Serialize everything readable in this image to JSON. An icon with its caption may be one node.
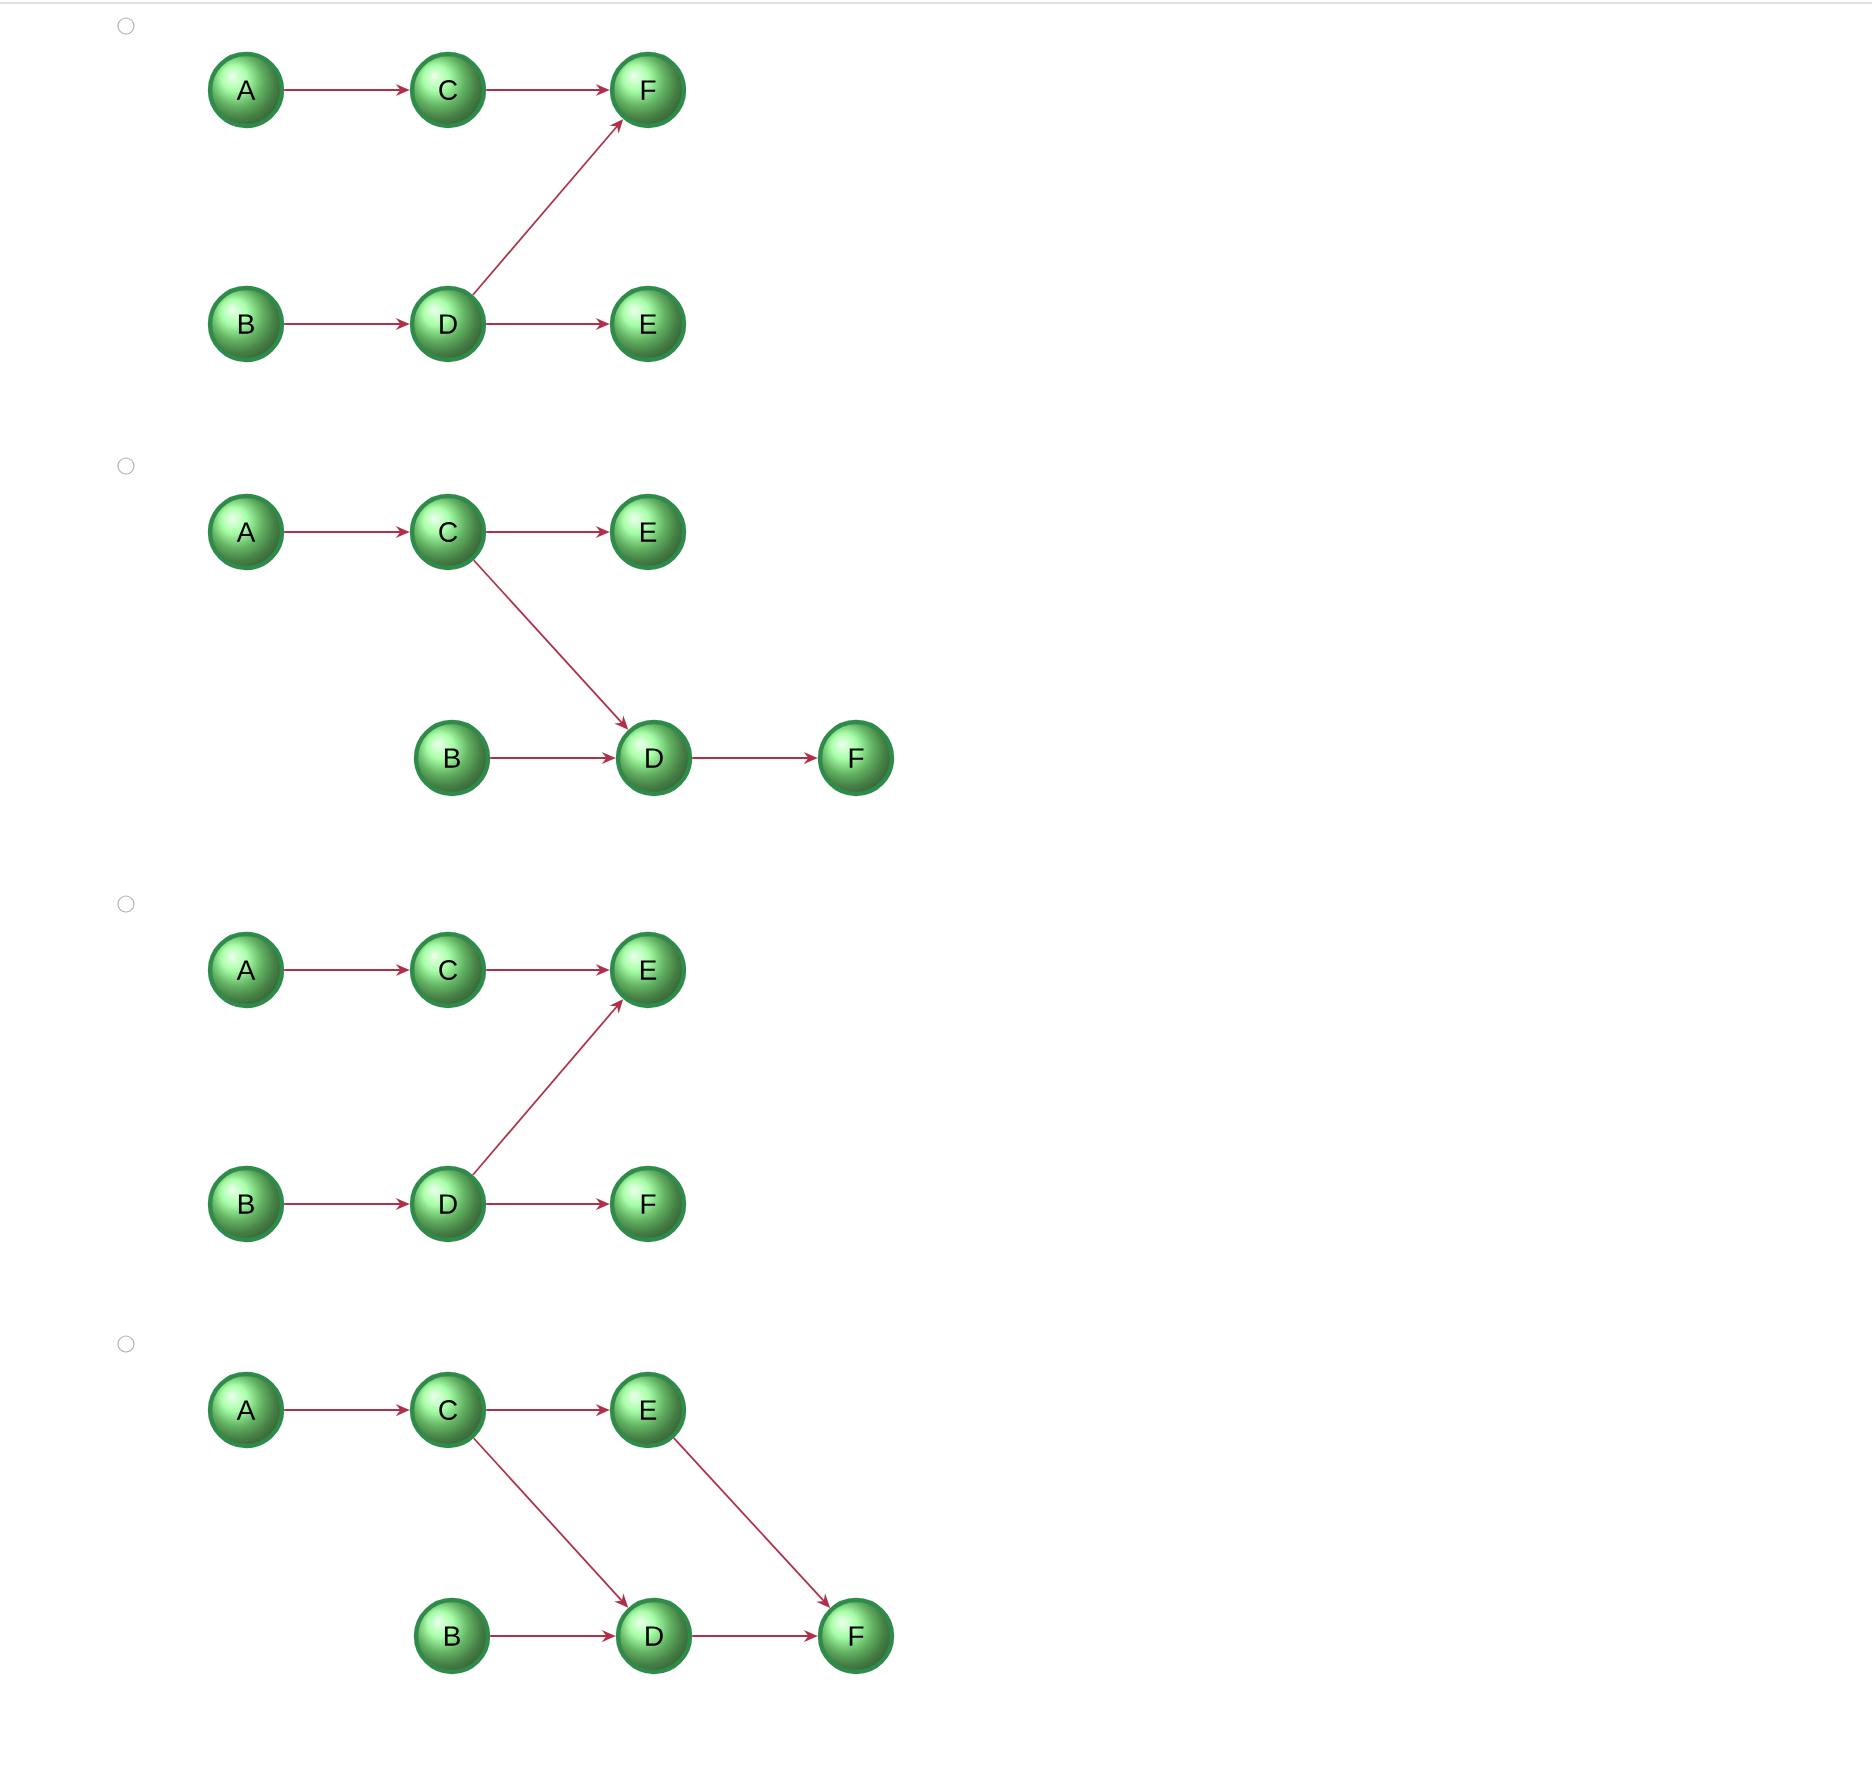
{
  "diagram": {
    "nodes": [
      {
        "text": [
          "A"
        ]
      },
      {
        "text": [
          "C"
        ]
      },
      {
        "text": [
          "F"
        ]
      },
      {
        "text": [
          "B"
        ]
      },
      {
        "text": [
          "D"
        ]
      },
      {
        "text": [
          "E"
        ]
      },
      {
        "text": [
          "A"
        ]
      },
      {
        "text": [
          "C"
        ]
      },
      {
        "text": [
          "E"
        ]
      },
      {
        "text": [
          "B"
        ]
      },
      {
        "text": [
          "D"
        ]
      },
      {
        "text": [
          "F"
        ]
      },
      {
        "text": [
          "A"
        ]
      },
      {
        "text": [
          "C"
        ]
      },
      {
        "text": [
          "E"
        ]
      },
      {
        "text": [
          "B"
        ]
      },
      {
        "text": [
          "D"
        ]
      },
      {
        "text": [
          "F"
        ]
      },
      {
        "text": [
          "A"
        ]
      },
      {
        "text": [
          "C"
        ]
      },
      {
        "text": [
          "E"
        ]
      },
      {
        "text": [
          "B"
        ]
      },
      {
        "text": [
          "D"
        ]
      },
      {
        "text": [
          "F"
        ]
      }
    ],
    "edges": [
      {
        "from": 0,
        "to": 1,
        "arrow": "to"
      },
      {
        "from": 1,
        "to": 2,
        "arrow": "to"
      },
      {
        "from": 3,
        "to": 4,
        "arrow": "to"
      },
      {
        "from": 4,
        "to": 2,
        "arrow": "to"
      },
      {
        "from": 4,
        "to": 5,
        "arrow": "to"
      },
      {
        "from": 6,
        "to": 7,
        "arrow": "to"
      },
      {
        "from": 7,
        "to": 8,
        "arrow": "to"
      },
      {
        "from": 7,
        "to": 10,
        "arrow": "to"
      },
      {
        "from": 9,
        "to": 10,
        "arrow": "to"
      },
      {
        "from": 10,
        "to": 11,
        "arrow": "to"
      },
      {
        "from": 12,
        "to": 13,
        "arrow": "to"
      },
      {
        "from": 13,
        "to": 14,
        "arrow": "to"
      },
      {
        "from": 15,
        "to": 16,
        "arrow": "to"
      },
      {
        "from": 16,
        "to": 14,
        "arrow": "to"
      },
      {
        "from": 16,
        "to": 17,
        "arrow": "to"
      },
      {
        "from": 18,
        "to": 19,
        "arrow": "to"
      },
      {
        "from": 19,
        "to": 20,
        "arrow": "to"
      },
      {
        "from": 19,
        "to": 22,
        "arrow": "to"
      },
      {
        "from": 20,
        "to": 23,
        "arrow": "to"
      },
      {
        "from": 21,
        "to": 22,
        "arrow": "to"
      },
      {
        "from": 22,
        "to": 23,
        "arrow": "to"
      }
    ]
  }
}
